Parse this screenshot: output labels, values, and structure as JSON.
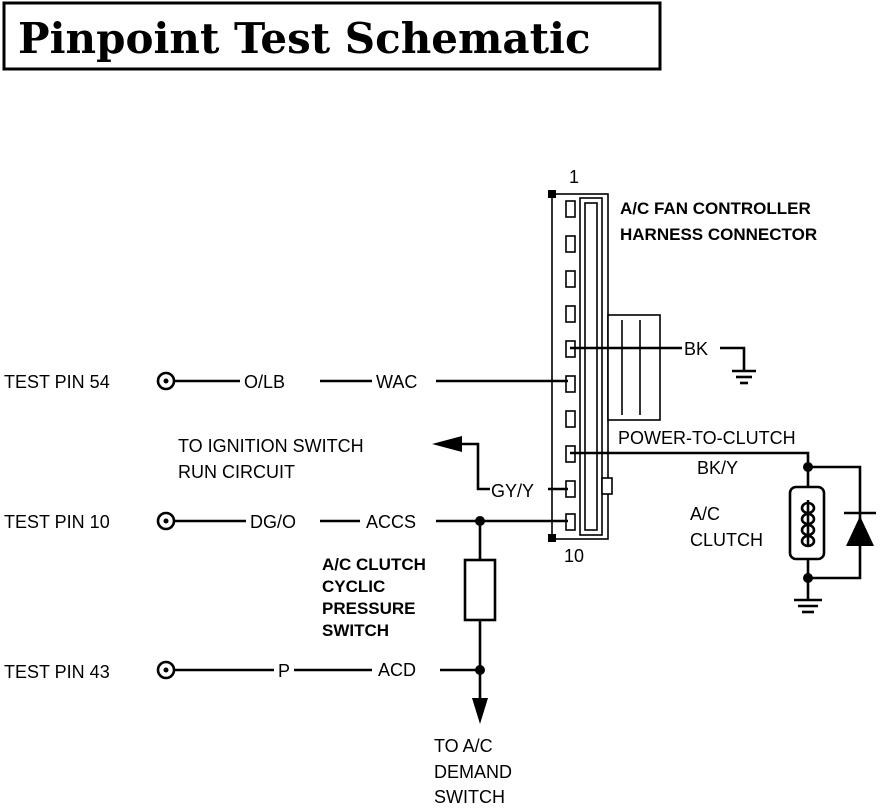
{
  "title": "Pinpoint Test Schematic",
  "connector": {
    "name_line1": "A/C FAN CONTROLLER",
    "name_line2": "HARNESS CONNECTOR",
    "pin_first": "1",
    "pin_last": "10"
  },
  "circuits": {
    "test_pin_54": "TEST PIN 54",
    "olb": "O/LB",
    "wac": "WAC",
    "test_pin_10": "TEST PIN 10",
    "dgo": "DG/O",
    "accs": "ACCS",
    "test_pin_43": "TEST PIN 43",
    "p": "P",
    "acd": "ACD",
    "bk": "BK",
    "power_to_clutch": "POWER-TO-CLUTCH",
    "bky": "BK/Y",
    "gyy": "GY/Y"
  },
  "labels": {
    "ignition_line1": "TO IGNITION SWITCH",
    "ignition_line2": "RUN CIRCUIT",
    "cyclic_line1": "A/C CLUTCH",
    "cyclic_line2": "CYCLIC",
    "cyclic_line3": "PRESSURE",
    "cyclic_line4": "SWITCH",
    "clutch_line1": "A/C",
    "clutch_line2": "CLUTCH",
    "demand_line1": "TO A/C",
    "demand_line2": "DEMAND",
    "demand_line3": "SWITCH"
  }
}
